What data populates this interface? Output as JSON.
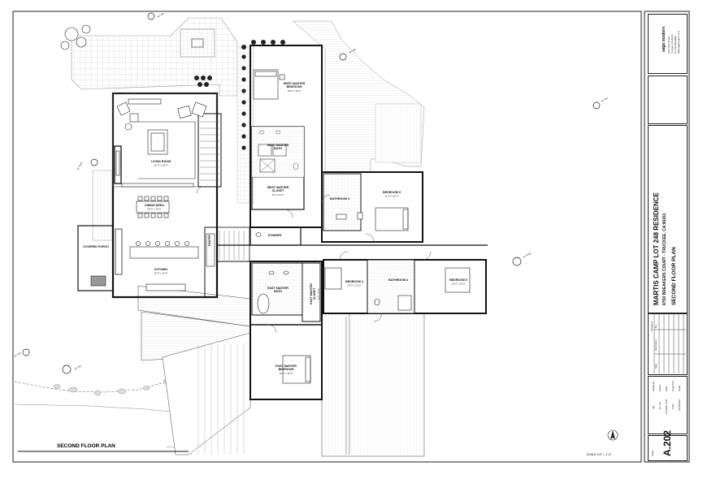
{
  "drawing": {
    "caption": "SECOND FLOOR PLAN",
    "scale": "SCALE 1/4\" = 1'-0\""
  },
  "rooms": [
    {
      "id": "living",
      "name": "LIVING ROOM",
      "dims": "20'-0\" x 18'-0\""
    },
    {
      "id": "dining",
      "name": "DINING AREA",
      "dims": "20'-0\" x 14'-0\""
    },
    {
      "id": "kitchen",
      "name": "KITCHEN",
      "dims": "20'-0\" x 12'-0\""
    },
    {
      "id": "porch",
      "name": "COVERED PORCH",
      "dims": ""
    },
    {
      "id": "pantry",
      "name": "PANTRY",
      "dims": ""
    },
    {
      "id": "powder",
      "name": "POWDER",
      "dims": ""
    },
    {
      "id": "wmb",
      "name": "WEST MASTER BEDROOM",
      "dims": "15'-0\" x 16'-0\""
    },
    {
      "id": "wmbath",
      "name": "WEST MASTER BATH",
      "dims": ""
    },
    {
      "id": "wmcloset",
      "name": "WEST MASTER CLOSET",
      "dims": "8'-0\" x 8'-0\""
    },
    {
      "id": "bath3",
      "name": "BATHROOM 3",
      "dims": ""
    },
    {
      "id": "bed3",
      "name": "BEDROOM 3",
      "dims": "11'-0\" x 13'-0\""
    },
    {
      "id": "bed4",
      "name": "BEDROOM 4",
      "dims": "12'-0\" x 12'-0\""
    },
    {
      "id": "bath4",
      "name": "BATHROOM 4",
      "dims": ""
    },
    {
      "id": "bed5",
      "name": "BEDROOM 5",
      "dims": "15'-0\" x 12'-0\""
    },
    {
      "id": "embath",
      "name": "EAST MASTER BATH",
      "dims": ""
    },
    {
      "id": "emcloset",
      "name": "EAST MASTER CLOSET",
      "dims": "8'-0\" x 8'-0\""
    },
    {
      "id": "emb",
      "name": "EAST MASTER BEDROOM",
      "dims": "15'-0\" x 16'-0\""
    }
  ],
  "trees": [
    "30\" FIR",
    "30\" FIR",
    "24\" PINE",
    "24\" FIR",
    "24\" PINE",
    "24\" FIR",
    "18\" FIR"
  ],
  "title_block": {
    "firm_name": "sage modern",
    "firm_lines": [
      "1021 Pine Street",
      "Truckee, CA 96161",
      "ph. 530.550.8888",
      "www.sagemodern.com"
    ],
    "project_title": "MARTIS CAMP LOT 248 RESIDENCE",
    "project_address": "8750 BREAKERS COURT - TRUCKEE, CA 96161",
    "sheet_title": "SECOND FLOOR PLAN",
    "revisions_heading": "Revisions",
    "revision_cols": [
      "No.",
      "Description",
      "Date"
    ],
    "info_rows": [
      {
        "label": "Designed:",
        "value": "PM"
      },
      {
        "label": "Drawn:",
        "value": "PL, KS"
      },
      {
        "label": "Date:",
        "value": "12 APRIL 2011"
      },
      {
        "label": "Project No.:",
        "value": "1148"
      },
      {
        "label": "Scale:",
        "value": "AS NOTED"
      }
    ],
    "sheet_label": "Sheet",
    "sheet_number": "A.202"
  }
}
